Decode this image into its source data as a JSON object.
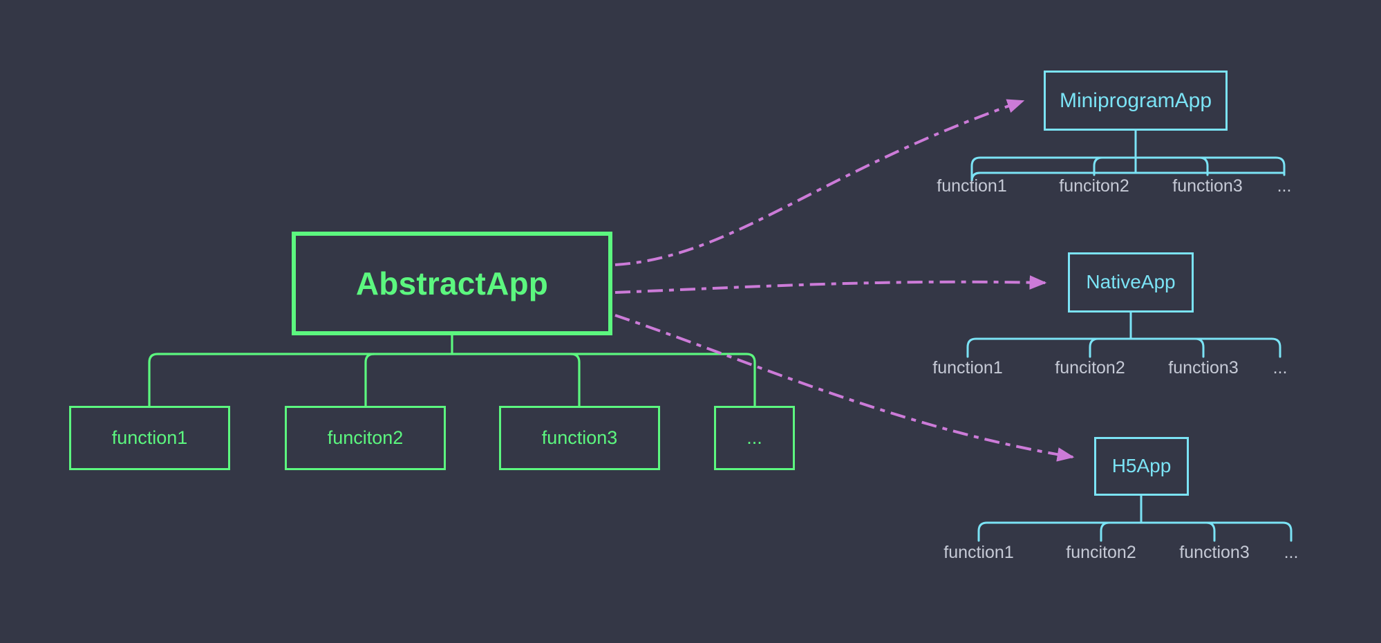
{
  "theme": {
    "background": "#343746",
    "abstract_green": "#5CF77F",
    "concrete_cyan": "#7BE3F5",
    "arrow_purple": "#C濃"
  },
  "colors": {
    "background": "#343746",
    "green": "#5CF77F",
    "cyan": "#7BE3F5",
    "purple": "#CC7BD8",
    "label_gray": "#C6CAD6"
  },
  "abstract": {
    "title": "AbstractApp",
    "functions": [
      {
        "label": "function1"
      },
      {
        "label": "funciton2"
      },
      {
        "label": "function3"
      },
      {
        "label": "..."
      }
    ]
  },
  "implementations": [
    {
      "id": "miniprogram",
      "title": "MiniprogramApp",
      "functions": [
        "function1",
        "funciton2",
        "function3",
        "..."
      ]
    },
    {
      "id": "native",
      "title": "NativeApp",
      "functions": [
        "function1",
        "funciton2",
        "function3",
        "..."
      ]
    },
    {
      "id": "h5",
      "title": "H5App",
      "functions": [
        "function1",
        "funciton2",
        "function3",
        "..."
      ]
    }
  ],
  "relations": {
    "kind": "implements",
    "arrow_style": "dash-dot",
    "count": 3
  }
}
